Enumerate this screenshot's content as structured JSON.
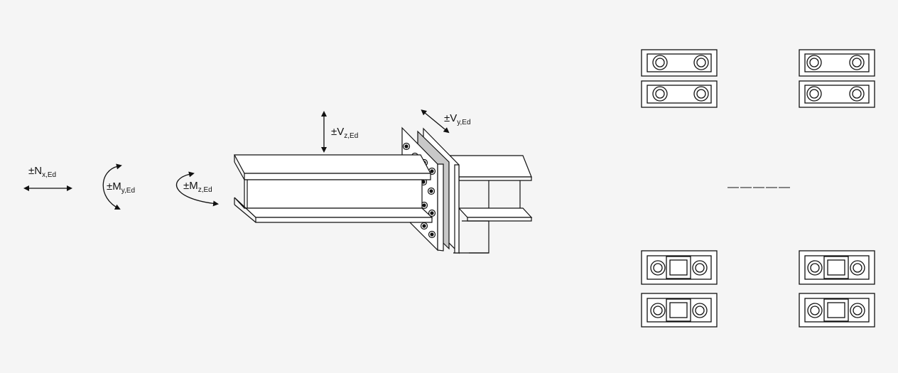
{
  "loads": {
    "nx": {
      "symbol": "±N",
      "sub": "x,Ed"
    },
    "my": {
      "symbol": "±M",
      "sub": "y,Ed"
    },
    "mz": {
      "symbol": "±M",
      "sub": "z,Ed"
    },
    "vz": {
      "symbol": "±V",
      "sub": "z,Ed"
    },
    "vy": {
      "symbol": "±V",
      "sub": "y,Ed"
    }
  },
  "separator_text": "—————",
  "colors": {
    "background": "#f5f5f5",
    "line": "#111111",
    "plate_fill": "#ffffff",
    "plate_edge_fill": "#c8c8c8"
  },
  "bolt_layout": {
    "top_rows": "2 rows × 2 bolts, plain washers",
    "bottom_rows": "2 rows × 2 bolts, square stiffener between"
  }
}
